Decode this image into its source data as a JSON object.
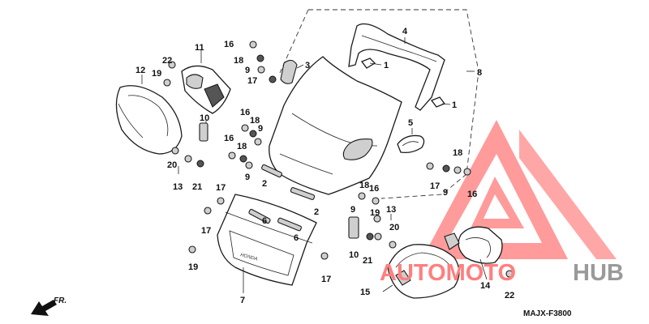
{
  "diagram": {
    "code": "MAJX-F3800",
    "direction": "FR.",
    "brand_mark": "HONDA",
    "callouts": [
      {
        "id": "c1a",
        "text": "1"
      },
      {
        "id": "c1b",
        "text": "1"
      },
      {
        "id": "c2a",
        "text": "2"
      },
      {
        "id": "c2b",
        "text": "2"
      },
      {
        "id": "c3",
        "text": "3"
      },
      {
        "id": "c4",
        "text": "4"
      },
      {
        "id": "c5",
        "text": "5"
      },
      {
        "id": "c6a",
        "text": "6"
      },
      {
        "id": "c6b",
        "text": "6"
      },
      {
        "id": "c7",
        "text": "7"
      },
      {
        "id": "c8",
        "text": "8"
      },
      {
        "id": "c9a",
        "text": "9"
      },
      {
        "id": "c9b",
        "text": "9"
      },
      {
        "id": "c9c",
        "text": "9"
      },
      {
        "id": "c9d",
        "text": "9"
      },
      {
        "id": "c9e",
        "text": "9"
      },
      {
        "id": "c10a",
        "text": "10"
      },
      {
        "id": "c10b",
        "text": "10"
      },
      {
        "id": "c11",
        "text": "11"
      },
      {
        "id": "c12",
        "text": "12"
      },
      {
        "id": "c13a",
        "text": "13"
      },
      {
        "id": "c13b",
        "text": "13"
      },
      {
        "id": "c14",
        "text": "14"
      },
      {
        "id": "c15",
        "text": "15"
      },
      {
        "id": "c16a",
        "text": "16"
      },
      {
        "id": "c16b",
        "text": "16"
      },
      {
        "id": "c16c",
        "text": "16"
      },
      {
        "id": "c16d",
        "text": "16"
      },
      {
        "id": "c16e",
        "text": "16"
      },
      {
        "id": "c17a",
        "text": "17"
      },
      {
        "id": "c17b",
        "text": "17"
      },
      {
        "id": "c17c",
        "text": "17"
      },
      {
        "id": "c17d",
        "text": "17"
      },
      {
        "id": "c17e",
        "text": "17"
      },
      {
        "id": "c18a",
        "text": "18"
      },
      {
        "id": "c18b",
        "text": "18"
      },
      {
        "id": "c18c",
        "text": "18"
      },
      {
        "id": "c18d",
        "text": "18"
      },
      {
        "id": "c18e",
        "text": "18"
      },
      {
        "id": "c19a",
        "text": "19"
      },
      {
        "id": "c19b",
        "text": "19"
      },
      {
        "id": "c19c",
        "text": "19"
      },
      {
        "id": "c20a",
        "text": "20"
      },
      {
        "id": "c20b",
        "text": "20"
      },
      {
        "id": "c21a",
        "text": "21"
      },
      {
        "id": "c21b",
        "text": "21"
      },
      {
        "id": "c22a",
        "text": "22"
      },
      {
        "id": "c22b",
        "text": "22"
      }
    ]
  },
  "watermark": {
    "part1": "AUTOMOTO",
    "part2": "HUB",
    "color_red": "#ff7f7f",
    "color_grey": "#9a9a9a"
  }
}
